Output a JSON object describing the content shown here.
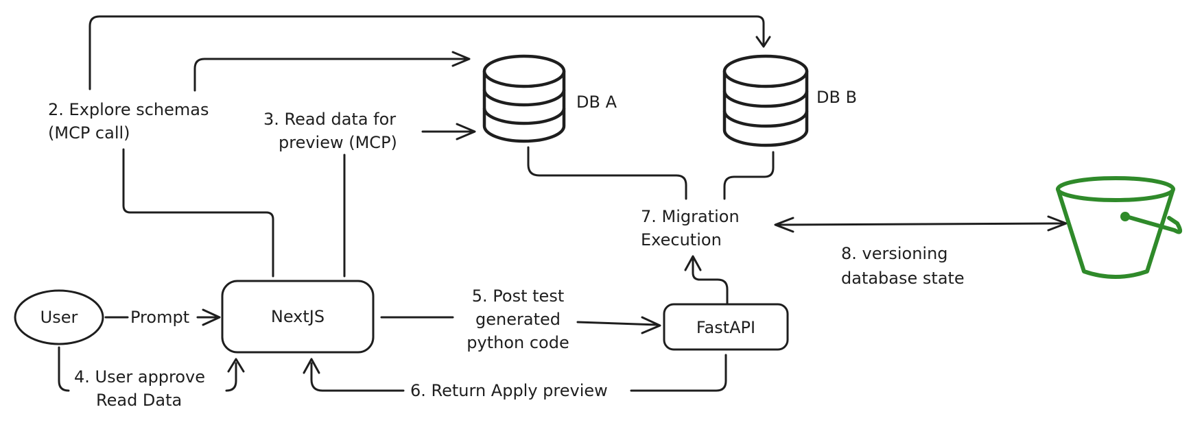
{
  "nodes": {
    "user": "User",
    "nextjs": "NextJS",
    "fastapi": "FastAPI",
    "db_a": "DB A",
    "db_b": "DB B"
  },
  "labels": {
    "prompt": "Prompt",
    "explore_line1": "2. Explore schemas",
    "explore_line2": "(MCP call)",
    "read_line1": "3. Read data for",
    "read_line2": "preview (MCP)",
    "approve_line1": "4. User approve",
    "approve_line2": "Read Data",
    "post_line1": "5. Post test",
    "post_line2": "generated",
    "post_line3": "python code",
    "return_preview": "6. Return Apply preview",
    "migration_line1": "7. Migration",
    "migration_line2": "Execution",
    "versioning_line1": "8. versioning",
    "versioning_line2": "database state"
  },
  "colors": {
    "ink": "#1e1e1e",
    "bucket": "#2f8a2a"
  },
  "icons": {
    "storage": "bucket-icon"
  }
}
